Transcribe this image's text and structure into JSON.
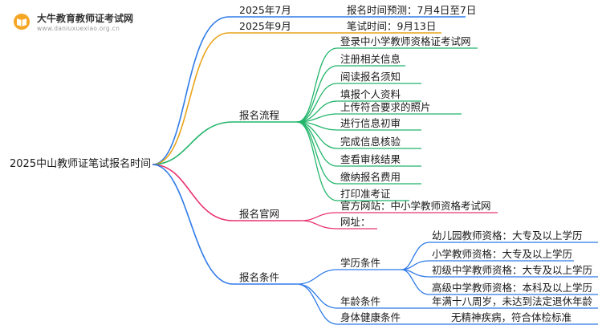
{
  "logo": {
    "name": "大牛教育教师证考试网",
    "url": "www.daniuxuexiao.org.cn"
  },
  "root": "2025中山教师证笔试报名时间",
  "schedule": [
    {
      "time": "2025年7月",
      "detail": "报名时间预测：7月4日至7日",
      "color": "#2f7be8"
    },
    {
      "time": "2025年9月",
      "detail": "笔试时间：9月13日",
      "color": "#e9a41a"
    }
  ],
  "process": {
    "label": "报名流程",
    "color": "#22b56a",
    "steps": [
      "登录中小学教师资格证考试网",
      "注册相关信息",
      "阅读报名须知",
      "填报个人资料",
      "上传符合要求的照片",
      "进行信息初审",
      "完成信息核验",
      "查看审核结果",
      "缴纳报名费用",
      "打印准考证"
    ]
  },
  "official": {
    "label": "报名官网",
    "color": "#e8336e",
    "items": [
      "官方网站：中小学教师资格考试网",
      "网址："
    ]
  },
  "conditions": {
    "label": "报名条件",
    "color": "#2f7be8",
    "education": {
      "label": "学历条件",
      "items": [
        "幼儿园教师资格：大专及以上学历",
        "小学教师资格：大专及以上学历",
        "初级中学教师资格：大专及以上学历",
        "高级中学教师资格：本科及以上学历"
      ]
    },
    "age": {
      "label": "年龄条件",
      "value": "年满十八周岁，未达到法定退休年龄"
    },
    "health": {
      "label": "身体健康条件",
      "value": "无精神疾病，符合体检标准"
    }
  }
}
